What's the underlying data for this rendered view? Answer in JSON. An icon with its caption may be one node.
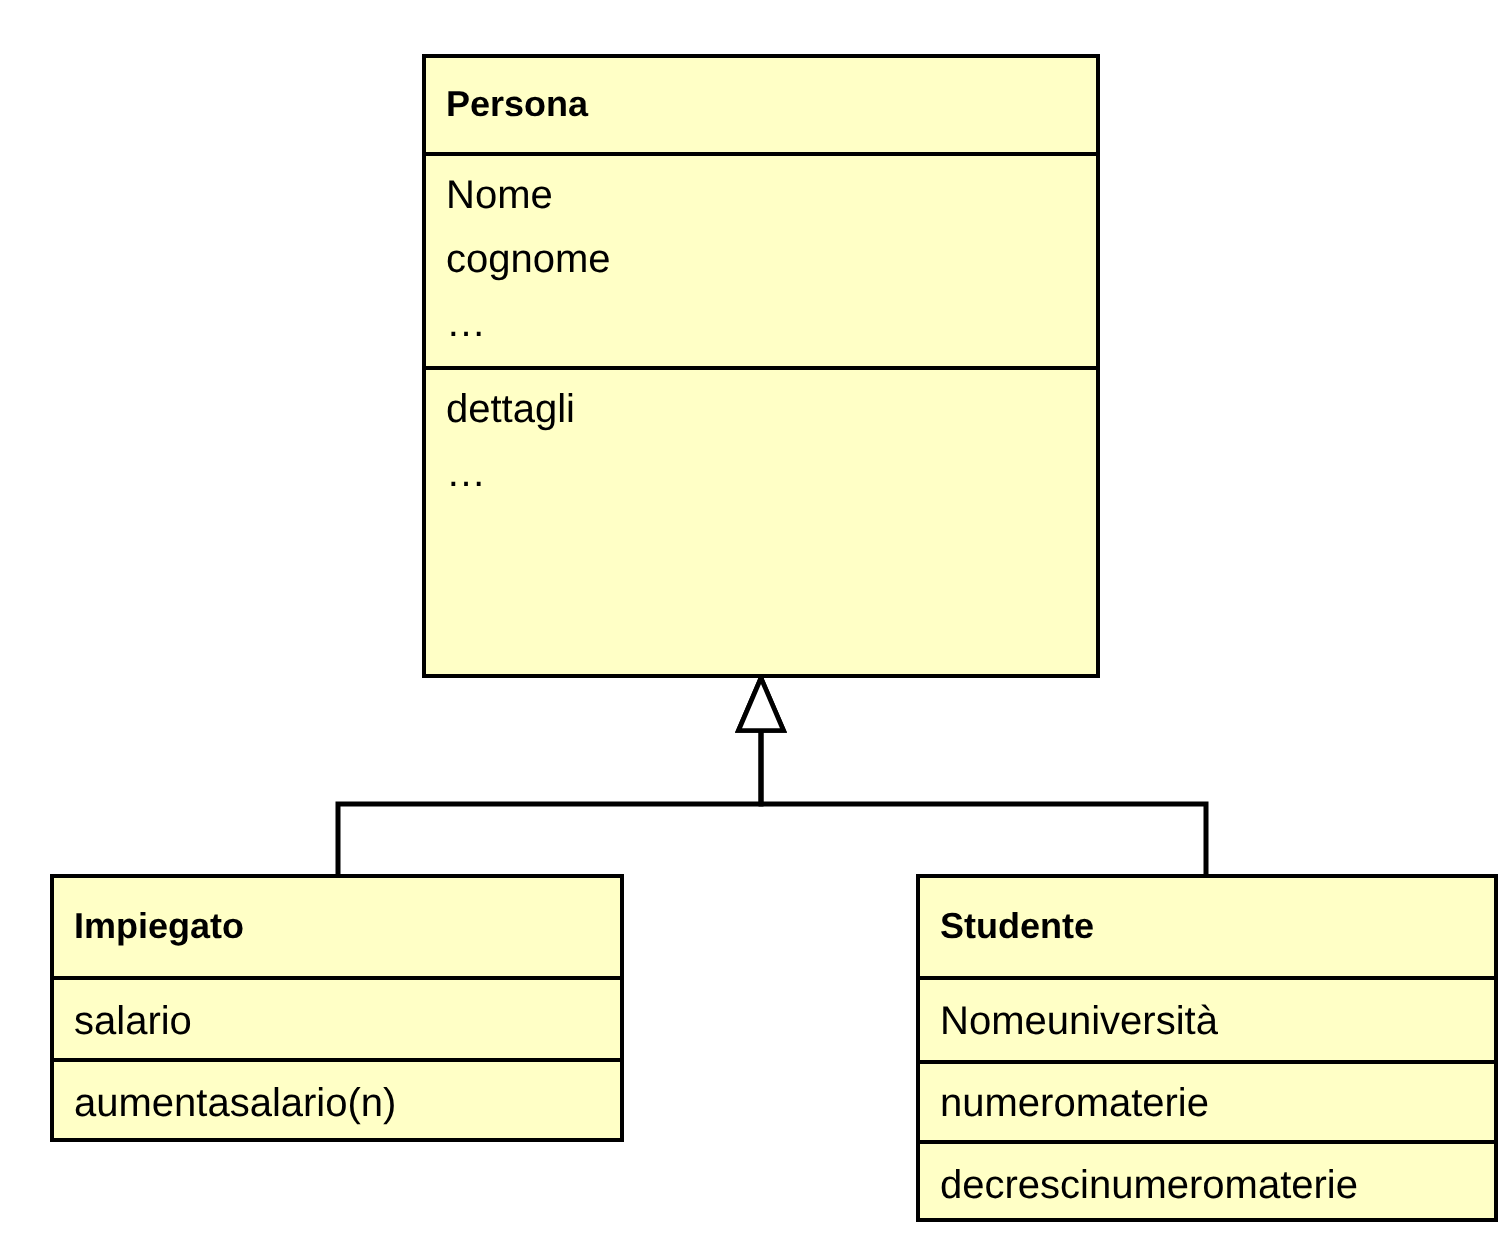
{
  "diagram": {
    "nodes": [
      {
        "text": [
          "Persona",
          "Nome",
          "cognome",
          "…",
          "dettagli",
          "…"
        ]
      },
      {
        "text": [
          "Impiegato",
          "salario",
          "aumentasalario(n)"
        ]
      },
      {
        "text": [
          "Studente",
          "Nomeuniversità",
          "numeromaterie",
          "decrescinumeromaterie"
        ]
      }
    ],
    "edges": [
      {
        "from": 1,
        "to": 0,
        "arrow": "to"
      },
      {
        "from": 2,
        "to": 0,
        "arrow": "to"
      }
    ]
  }
}
